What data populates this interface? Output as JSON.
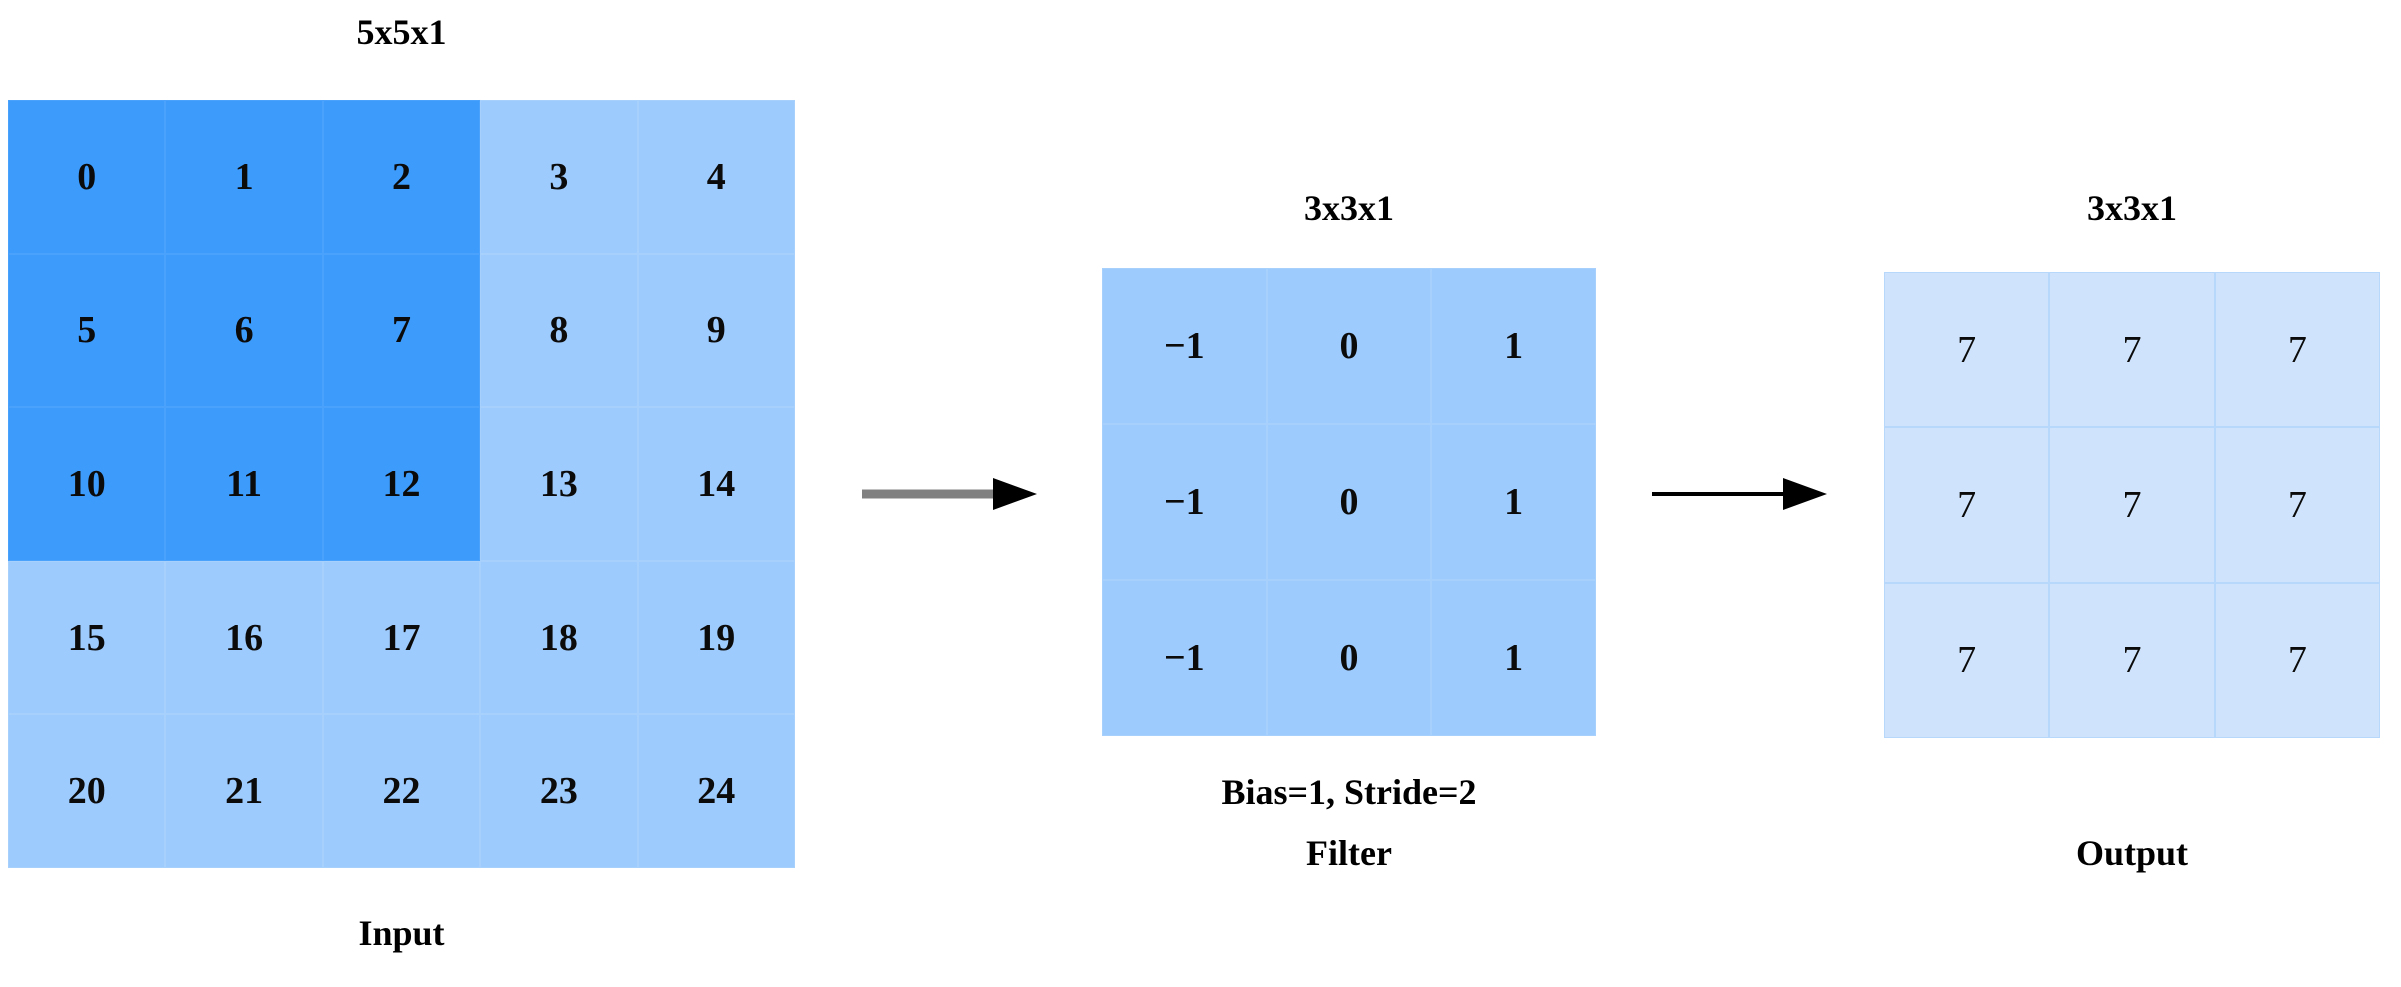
{
  "diagram": {
    "title_hidden": "",
    "colors": {
      "input_highlight": "#3d9bfc",
      "input_base": "#9ecbfd",
      "filter_base": "#9ecbfd",
      "output_base": "#cfe4fc",
      "arrow_gray": "#808080",
      "arrow_black": "#000000",
      "text": "#0b0b0b"
    }
  },
  "input": {
    "title": "5x5x1",
    "label": "Input",
    "rows": [
      [
        "0",
        "1",
        "2",
        "3",
        "4"
      ],
      [
        "5",
        "6",
        "7",
        "8",
        "9"
      ],
      [
        "10",
        "11",
        "12",
        "13",
        "14"
      ],
      [
        "15",
        "16",
        "17",
        "18",
        "19"
      ],
      [
        "20",
        "21",
        "22",
        "23",
        "24"
      ]
    ],
    "highlight_rows": 3,
    "highlight_cols": 3
  },
  "filter": {
    "title": "3x3x1",
    "label": "Filter",
    "params": "Bias=1, Stride=2",
    "rows": [
      [
        "−1",
        "0",
        "1"
      ],
      [
        "−1",
        "0",
        "1"
      ],
      [
        "−1",
        "0",
        "1"
      ]
    ]
  },
  "output": {
    "title": "3x3x1",
    "label": "Output",
    "rows": [
      [
        "7",
        "7",
        "7"
      ],
      [
        "7",
        "7",
        "7"
      ],
      [
        "7",
        "7",
        "7"
      ]
    ]
  },
  "arrows": [
    {
      "name": "arrow-input-to-filter",
      "style": "gray-thick"
    },
    {
      "name": "arrow-filter-to-output",
      "style": "black-thin"
    }
  ],
  "chart_data": {
    "type": "table",
    "title": "Convolution example: 5x5x1 input, 3x3x1 filter, Bias=1, Stride=2, 3x3x1 output",
    "matrices": [
      {
        "name": "Input",
        "shape": "5x5x1",
        "values": [
          [
            0,
            1,
            2,
            3,
            4
          ],
          [
            5,
            6,
            7,
            8,
            9
          ],
          [
            10,
            11,
            12,
            13,
            14
          ],
          [
            15,
            16,
            17,
            18,
            19
          ],
          [
            20,
            21,
            22,
            23,
            24
          ]
        ],
        "highlighted_region": "top-left 3x3 receptive field"
      },
      {
        "name": "Filter",
        "shape": "3x3x1",
        "values": [
          [
            -1,
            0,
            1
          ],
          [
            -1,
            0,
            1
          ],
          [
            -1,
            0,
            1
          ]
        ],
        "bias": 1,
        "stride": 2
      },
      {
        "name": "Output",
        "shape": "3x3x1",
        "values": [
          [
            7,
            7,
            7
          ],
          [
            7,
            7,
            7
          ],
          [
            7,
            7,
            7
          ]
        ]
      }
    ]
  }
}
